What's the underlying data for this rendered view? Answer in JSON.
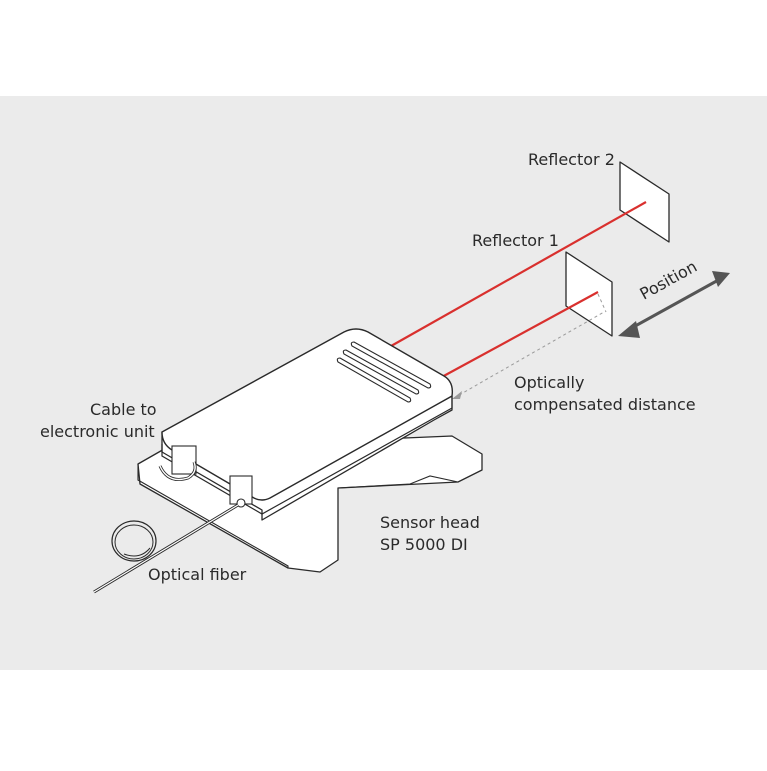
{
  "labels": {
    "reflector2": "Reflector 2",
    "reflector1": "Reflector 1",
    "position": "Position",
    "compensated_line1": "Optically",
    "compensated_line2": "compensated distance",
    "cable_line1": "Cable to",
    "cable_line2": "electronic unit",
    "sensor_line1": "Sensor head",
    "sensor_line2": "SP 5000 DI",
    "fiber": "Optical fiber"
  },
  "colors": {
    "background": "#ebebeb",
    "beam": "#d9302e",
    "outline": "#2a2a2a",
    "body_fill": "#ffffff",
    "arrow": "#555555",
    "dashed": "#9a9a9a"
  }
}
